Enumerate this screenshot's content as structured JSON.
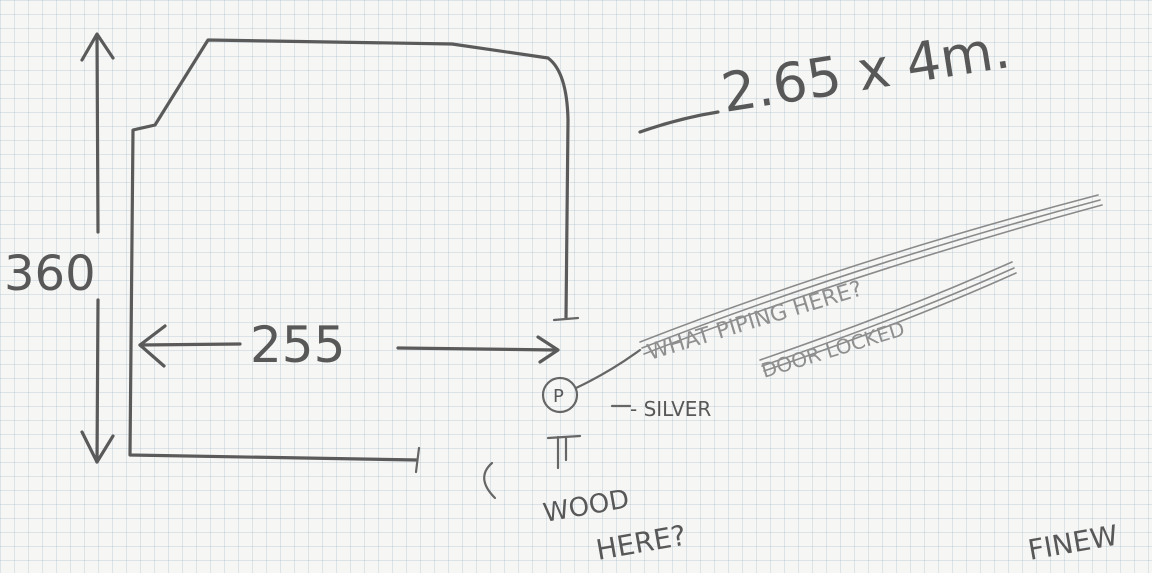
{
  "dimensions": {
    "overall": "2.65 x 4m.",
    "height": "360",
    "width": "255"
  },
  "callouts": {
    "p_marker": "P",
    "silver": "- SILVER",
    "wood_line1": "WOOD",
    "wood_line2": "HERE?",
    "crossed_line1": "WHAT PIPING HERE?",
    "crossed_line2": "DOOR LOCKED",
    "corner_note": "FINEW"
  },
  "colors": {
    "pencil": "#5a5a5a",
    "grid": "#a9bccb",
    "paper": "#f6f7f5"
  }
}
